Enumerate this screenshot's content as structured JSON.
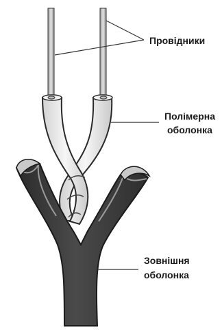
{
  "labels": {
    "conductors": "Провідники",
    "polymer_sheath_line1": "Полімерна",
    "polymer_sheath_line2": "оболонка",
    "outer_sheath_line1": "Зовнішня",
    "outer_sheath_line2": "оболонка"
  },
  "colors": {
    "outer_sheath": "#3d3d3d",
    "outer_sheath_edge": "#1c1c1c",
    "insulation": "#ececec",
    "insulation_edge": "#2a2a2a",
    "wire": "#cfcfcf",
    "leader_line": "#333333"
  }
}
